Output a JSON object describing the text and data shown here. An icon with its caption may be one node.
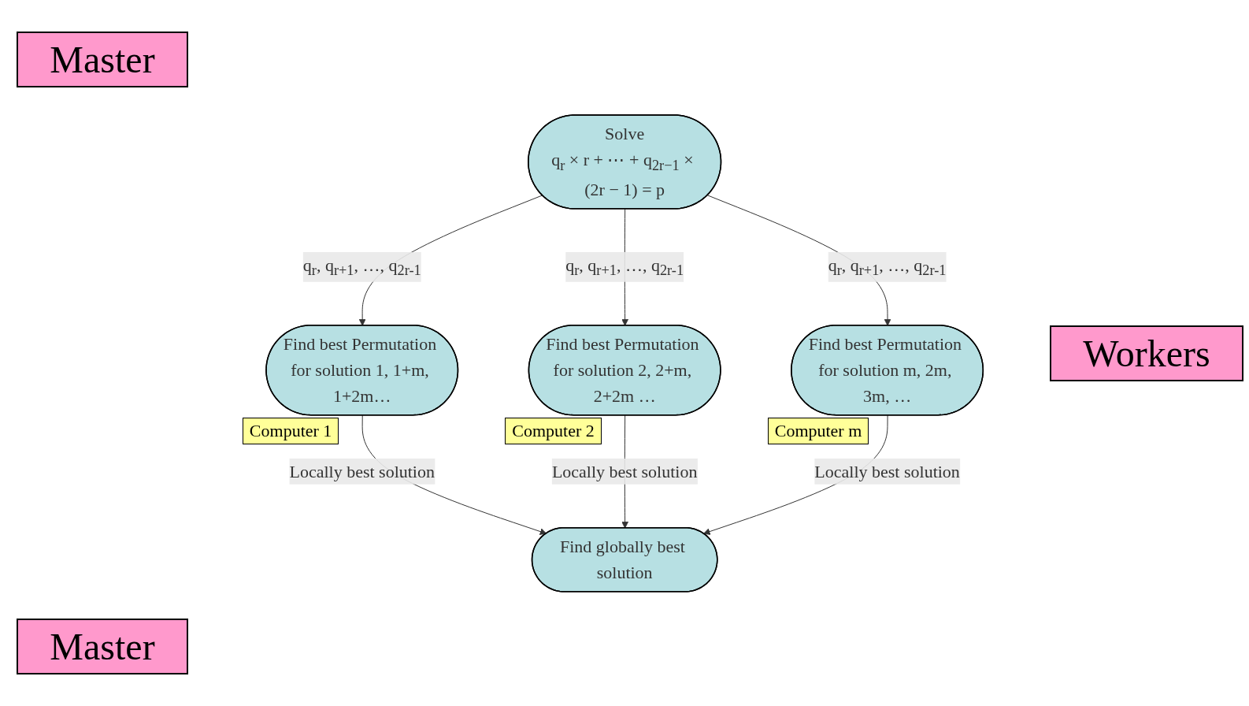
{
  "diagram": {
    "nodes": [
      {
        "text": [
          "Solve",
          "q$_{r}$ × r + ⋯ + q$_{2r−1}$ × (2r − 1) = p"
        ]
      },
      {
        "text": [
          "Find best Permutation for solution 1, 1+m, 1+2m…"
        ],
        "beside": [
          "Computer 1"
        ]
      },
      {
        "text": [
          "Find best Permutation for solution 2, 2+m, 2+2m …"
        ],
        "beside": [
          "Computer 2"
        ]
      },
      {
        "text": [
          "Find best Permutation for solution m, 2m, 3m, …"
        ],
        "beside": [
          "Computer m"
        ]
      },
      {
        "text": [
          "Find globally best solution"
        ]
      }
    ],
    "edges": [
      {
        "from": 0,
        "to": 1,
        "arrow": "to",
        "label": "q$_{r}$, q$_{r+1}$, …, q$_{2r-1}$"
      },
      {
        "from": 0,
        "to": 2,
        "arrow": "to",
        "label": "q$_{r}$, q$_{r+1}$, …, q$_{2r-1}$"
      },
      {
        "from": 0,
        "to": 3,
        "arrow": "to",
        "label": "q$_{r}$, q$_{r+1}$, …, q$_{2r-1}$"
      },
      {
        "from": 1,
        "to": 4,
        "arrow": "to",
        "label": "Locally best solution"
      },
      {
        "from": 2,
        "to": 4,
        "arrow": "to",
        "label": "Locally best solution"
      },
      {
        "from": 3,
        "to": 4,
        "arrow": "to",
        "label": "Locally best solution"
      }
    ],
    "labels": [
      "Master",
      "Workers",
      "Master"
    ]
  }
}
